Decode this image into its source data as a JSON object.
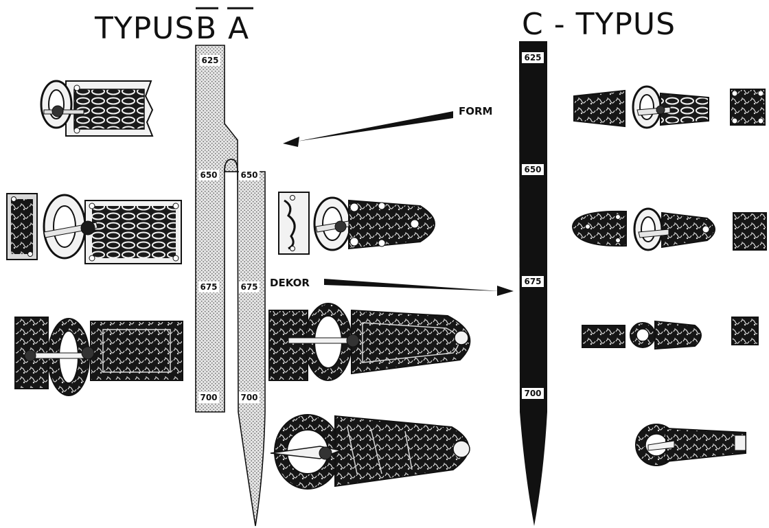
{
  "titles": {
    "left_typus": "TYPUS",
    "left_b": "B",
    "left_a": "A",
    "right": "C - TYPUS"
  },
  "timeline_b": {
    "years": [
      "625",
      "650",
      "675",
      "700"
    ]
  },
  "timeline_a": {
    "years": [
      "650",
      "675",
      "700"
    ]
  },
  "timeline_c": {
    "years": [
      "625",
      "650",
      "675",
      "700"
    ]
  },
  "arrows": {
    "form_label": "FORM",
    "dekor_label": "DEKOR"
  },
  "colors": {
    "ink": "#111111",
    "stipple_bg": "#e6e6e6",
    "stipple_dot": "#6a6a6a",
    "metal_light": "#f2f2f2",
    "metal_dark": "#1a1a1a"
  }
}
